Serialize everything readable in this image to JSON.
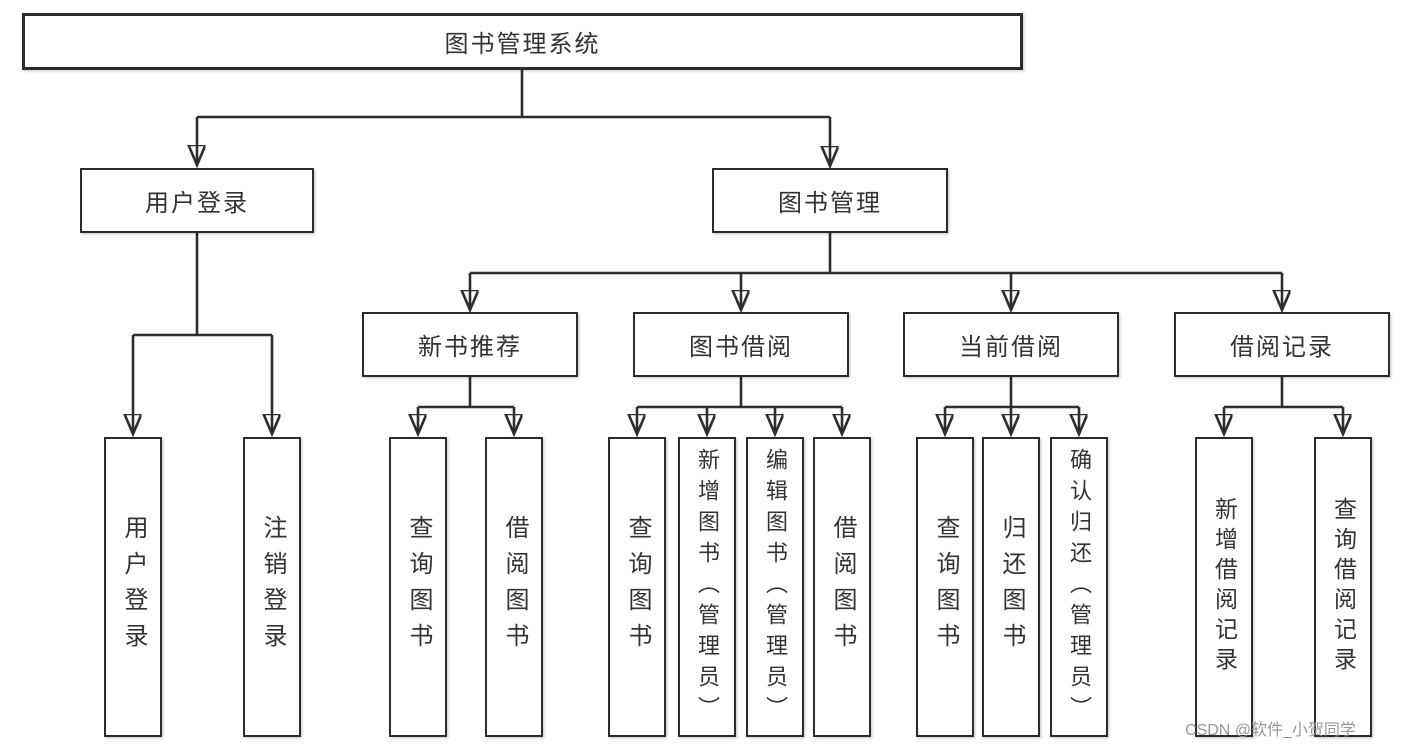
{
  "diagram": {
    "root": {
      "label": "图书管理系统",
      "children": [
        {
          "label": "用户登录",
          "children": [
            {
              "label": "用户登录"
            },
            {
              "label": "注销登录"
            }
          ]
        },
        {
          "label": "图书管理",
          "children": [
            {
              "label": "新书推荐",
              "children": [
                {
                  "label": "查询图书"
                },
                {
                  "label": "借阅图书"
                }
              ]
            },
            {
              "label": "图书借阅",
              "children": [
                {
                  "label": "查询图书"
                },
                {
                  "label": "新增图书（管理员）"
                },
                {
                  "label": "编辑图书（管理员）"
                },
                {
                  "label": "借阅图书"
                }
              ]
            },
            {
              "label": "当前借阅",
              "children": [
                {
                  "label": "查询图书"
                },
                {
                  "label": "归还图书"
                },
                {
                  "label": "确认归还（管理员）"
                }
              ]
            },
            {
              "label": "借阅记录",
              "children": [
                {
                  "label": "新增借阅记录"
                },
                {
                  "label": "查询借阅记录"
                }
              ]
            }
          ]
        }
      ]
    },
    "colors": {
      "line": "#2e2e2e",
      "border": "#2b2b2b",
      "text": "#333333",
      "background": "#ffffff",
      "watermark": "#919191"
    }
  },
  "watermark": {
    "text": "CSDN @软件_小贺同学"
  }
}
